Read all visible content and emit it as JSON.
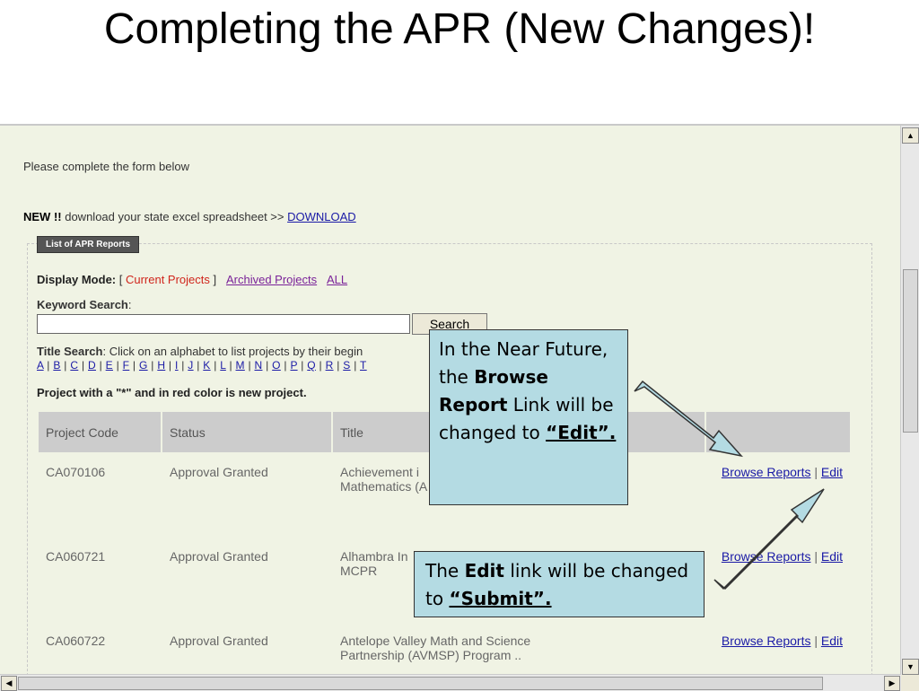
{
  "slide": {
    "title": "Completing the APR (New Changes)!"
  },
  "page": {
    "intro": "Please complete the form below",
    "new_label": "NEW !!",
    "new_text": " download your state excel spreadsheet >> ",
    "download_link": "DOWNLOAD",
    "section_button": "List of APR Reports",
    "display_mode_label": "Display Mode:",
    "bracket_open": " [ ",
    "current_projects": "Current Projects",
    "bracket_close": " ] ",
    "archived_projects": "Archived Projects",
    "all": "ALL",
    "keyword_label": "Keyword Search",
    "keyword_value": "",
    "search_button": "Search",
    "title_search_label": "Title Search",
    "title_search_text": ": Click on an alphabet to list projects by their begin",
    "alphabet": [
      "A",
      "B",
      "C",
      "D",
      "E",
      "F",
      "G",
      "H",
      "I",
      "J",
      "K",
      "L",
      "M",
      "N",
      "O",
      "P",
      "Q",
      "R",
      "S",
      "T"
    ],
    "notice": "Project with a \"*\" and in red color is new project."
  },
  "table": {
    "headers": [
      "Project Code",
      "Status",
      "Title",
      ""
    ],
    "rows": [
      {
        "code": "CA070106",
        "status": "Approval Granted",
        "title": "Achievement i\nMathematics (A",
        "browse": "Browse Reports",
        "sep": " | ",
        "edit": "Edit"
      },
      {
        "code": "CA060721",
        "status": "Approval Granted",
        "title": "Alhambra In\nMCPR",
        "browse": "Browse Reports",
        "sep": " | ",
        "edit": "Edit"
      },
      {
        "code": "CA060722",
        "status": "Approval Granted",
        "title": "Antelope Valley Math and Science\nPartnership (AVMSP) Program ..",
        "browse": "Browse Reports",
        "sep": " | ",
        "edit": "Edit"
      }
    ]
  },
  "callouts": {
    "c1_text1": "In the Near Future, the ",
    "c1_bold": "Browse Report",
    "c1_text2": " Link will be changed to ",
    "c1_under": "“Edit”.",
    "c2_text1": "The ",
    "c2_bold": "Edit",
    "c2_text2": " link will be changed to ",
    "c2_under": "“Submit”."
  },
  "colors": {
    "callout_bg": "#b4dbe3",
    "page_bg": "#f0f3e4",
    "link": "#1a1aa6",
    "new_project": "#d0251c"
  }
}
